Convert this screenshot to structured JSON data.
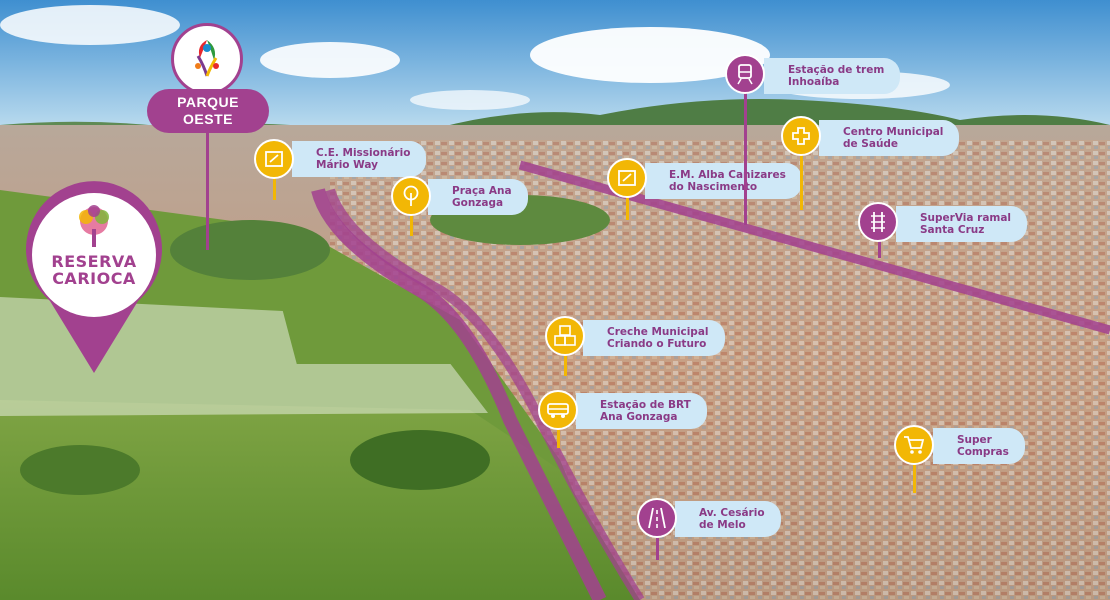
{
  "map": {
    "landmark": {
      "name_line1": "PARQUE",
      "name_line2": "OESTE",
      "icon": "flower-tree-logo-icon"
    },
    "development": {
      "logo_text": "RESERVA CARIOCA",
      "icon": "tree-logo-icon"
    },
    "points": [
      {
        "id": "ce-missionario",
        "line1": "C.E. Missionário",
        "line2": "Mário Way",
        "icon": "book-icon",
        "color": "#f2b705"
      },
      {
        "id": "praca-ana",
        "line1": "Praça Ana",
        "line2": "Gonzaga",
        "icon": "tree-icon",
        "color": "#f2b705"
      },
      {
        "id": "em-alba",
        "line1": "E.M. Alba Canizares",
        "line2": "do Nascimento",
        "icon": "book-icon",
        "color": "#f2b705"
      },
      {
        "id": "estacao-trem",
        "line1": "Estação de trem",
        "line2": "Inhoaíba",
        "icon": "train-icon",
        "color": "#a2418f"
      },
      {
        "id": "centro-saude",
        "line1": "Centro Municipal",
        "line2": "de Saúde",
        "icon": "health-cross-icon",
        "color": "#f2b705"
      },
      {
        "id": "supervia",
        "line1": "SuperVia ramal",
        "line2": "Santa Cruz",
        "icon": "rail-track-icon",
        "color": "#a2418f"
      },
      {
        "id": "creche",
        "line1": "Creche Municipal",
        "line2": "Criando o Futuro",
        "icon": "toy-blocks-icon",
        "color": "#f2b705"
      },
      {
        "id": "brt",
        "line1": "Estação de BRT",
        "line2": "Ana Gonzaga",
        "icon": "bus-icon",
        "color": "#f2b705"
      },
      {
        "id": "super-compras",
        "line1": "Super",
        "line2": "Compras",
        "icon": "shopping-cart-icon",
        "color": "#f2b705"
      },
      {
        "id": "av-cesario",
        "line1": "Av. Cesário",
        "line2": "de Melo",
        "icon": "road-icon",
        "color": "#a2418f"
      }
    ]
  },
  "colors": {
    "purple": "#a2418f",
    "yellow": "#f2b705",
    "label_bg": "#cfe8f7",
    "label_text": "#8a3a86"
  }
}
